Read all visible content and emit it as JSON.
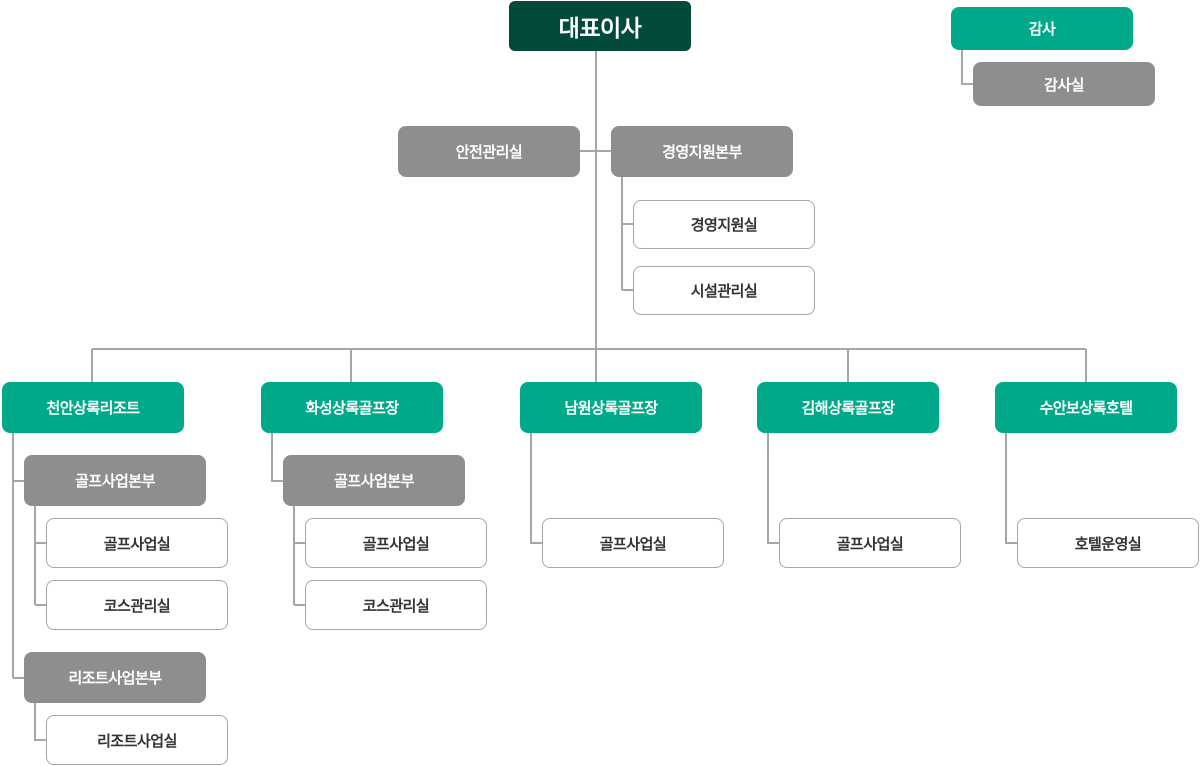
{
  "colors": {
    "ceo": "#024a3b",
    "green": "#00a989",
    "gray": "#8e8e8e",
    "line": "#a6a6a6",
    "text_dark": "#333333"
  },
  "org": {
    "ceo": "대표이사",
    "audit": "감사",
    "audit_office": "감사실",
    "safety_office": "안전관리실",
    "management_hq": "경영지원본부",
    "management_support_office": "경영지원실",
    "facility_office": "시설관리실",
    "cheonan": {
      "name": "천안상록리조트",
      "golf_hq": "골프사업본부",
      "golf_office": "골프사업실",
      "course_office": "코스관리실",
      "resort_hq": "리조트사업본부",
      "resort_office": "리조트사업실"
    },
    "hwaseong": {
      "name": "화성상록골프장",
      "golf_hq": "골프사업본부",
      "golf_office": "골프사업실",
      "course_office": "코스관리실"
    },
    "namwon": {
      "name": "남원상록골프장",
      "golf_office": "골프사업실"
    },
    "gimhae": {
      "name": "김해상록골프장",
      "golf_office": "골프사업실"
    },
    "suanbo": {
      "name": "수안보상록호텔",
      "hotel_office": "호텔운영실"
    }
  }
}
